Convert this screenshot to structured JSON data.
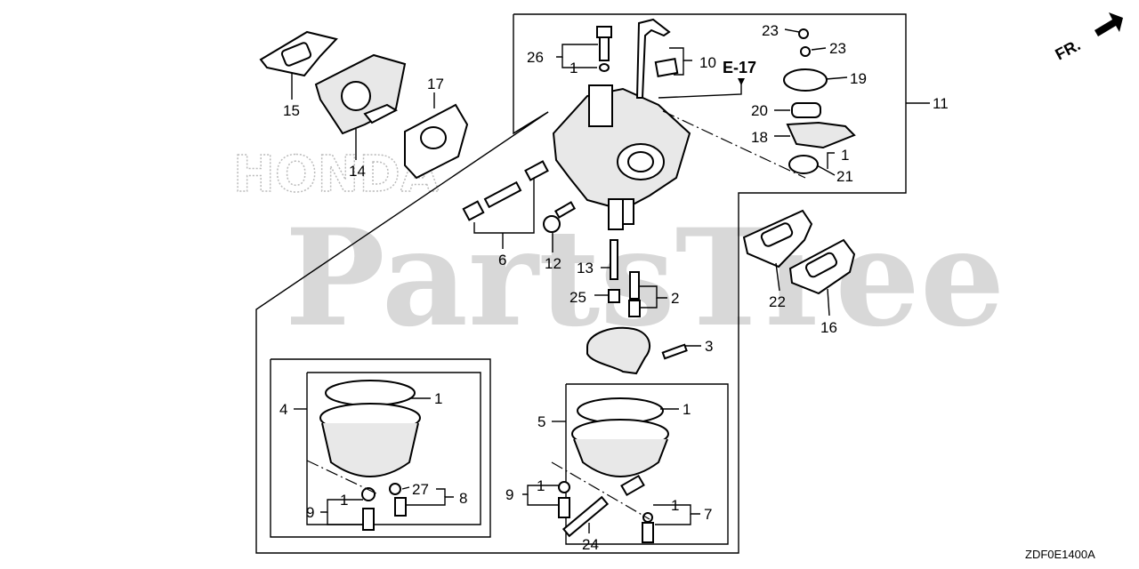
{
  "watermark": {
    "brand_text": "PartsTree",
    "honda_text": "HONDA"
  },
  "direction": {
    "label": "FR."
  },
  "reference": {
    "label": "E-17"
  },
  "diagram_code": "ZDF0E1400A",
  "callouts": {
    "c26": "26",
    "c1a": "1",
    "c10": "10",
    "c23a": "23",
    "c23b": "23",
    "c19": "19",
    "c11": "11",
    "c20": "20",
    "c18": "18",
    "c1b": "1",
    "c21": "21",
    "c15": "15",
    "c14": "14",
    "c17": "17",
    "c6": "6",
    "c12": "12",
    "c13": "13",
    "c25": "25",
    "c2": "2",
    "c3": "3",
    "c22": "22",
    "c16": "16",
    "c4": "4",
    "c1c": "1",
    "c27": "27",
    "c8": "8",
    "c9a": "9",
    "c1d": "1",
    "c5": "5",
    "c1e": "1",
    "c9b": "9",
    "c1f": "1",
    "c1g": "1",
    "c7": "7",
    "c24": "24"
  }
}
